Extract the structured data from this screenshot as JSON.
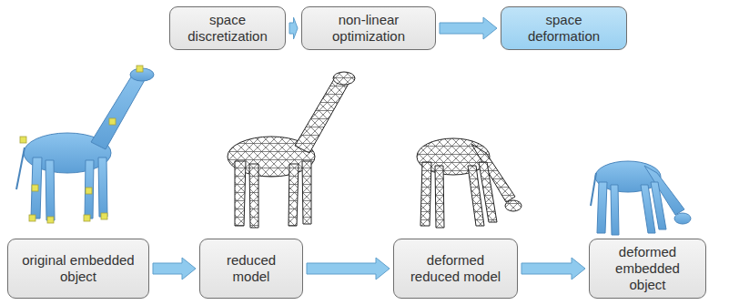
{
  "diagram": {
    "nodes": [
      {
        "text": [
          "space discretization"
        ]
      },
      {
        "text": [
          "non-linear optimization"
        ]
      },
      {
        "text": [
          "space deformation"
        ]
      },
      {
        "text": [
          "original embedded object"
        ]
      },
      {
        "text": [
          "reduced model"
        ]
      },
      {
        "text": [
          "deformed reduced model"
        ]
      },
      {
        "text": [
          "deformed embedded object"
        ]
      }
    ],
    "edges": [
      {
        "from": 0,
        "to": 1,
        "arrow": "to"
      },
      {
        "from": 1,
        "to": 2,
        "arrow": "to"
      },
      {
        "from": 3,
        "to": 4,
        "arrow": "to"
      },
      {
        "from": 4,
        "to": 5,
        "arrow": "to"
      },
      {
        "from": 5,
        "to": 6,
        "arrow": "to"
      }
    ]
  }
}
